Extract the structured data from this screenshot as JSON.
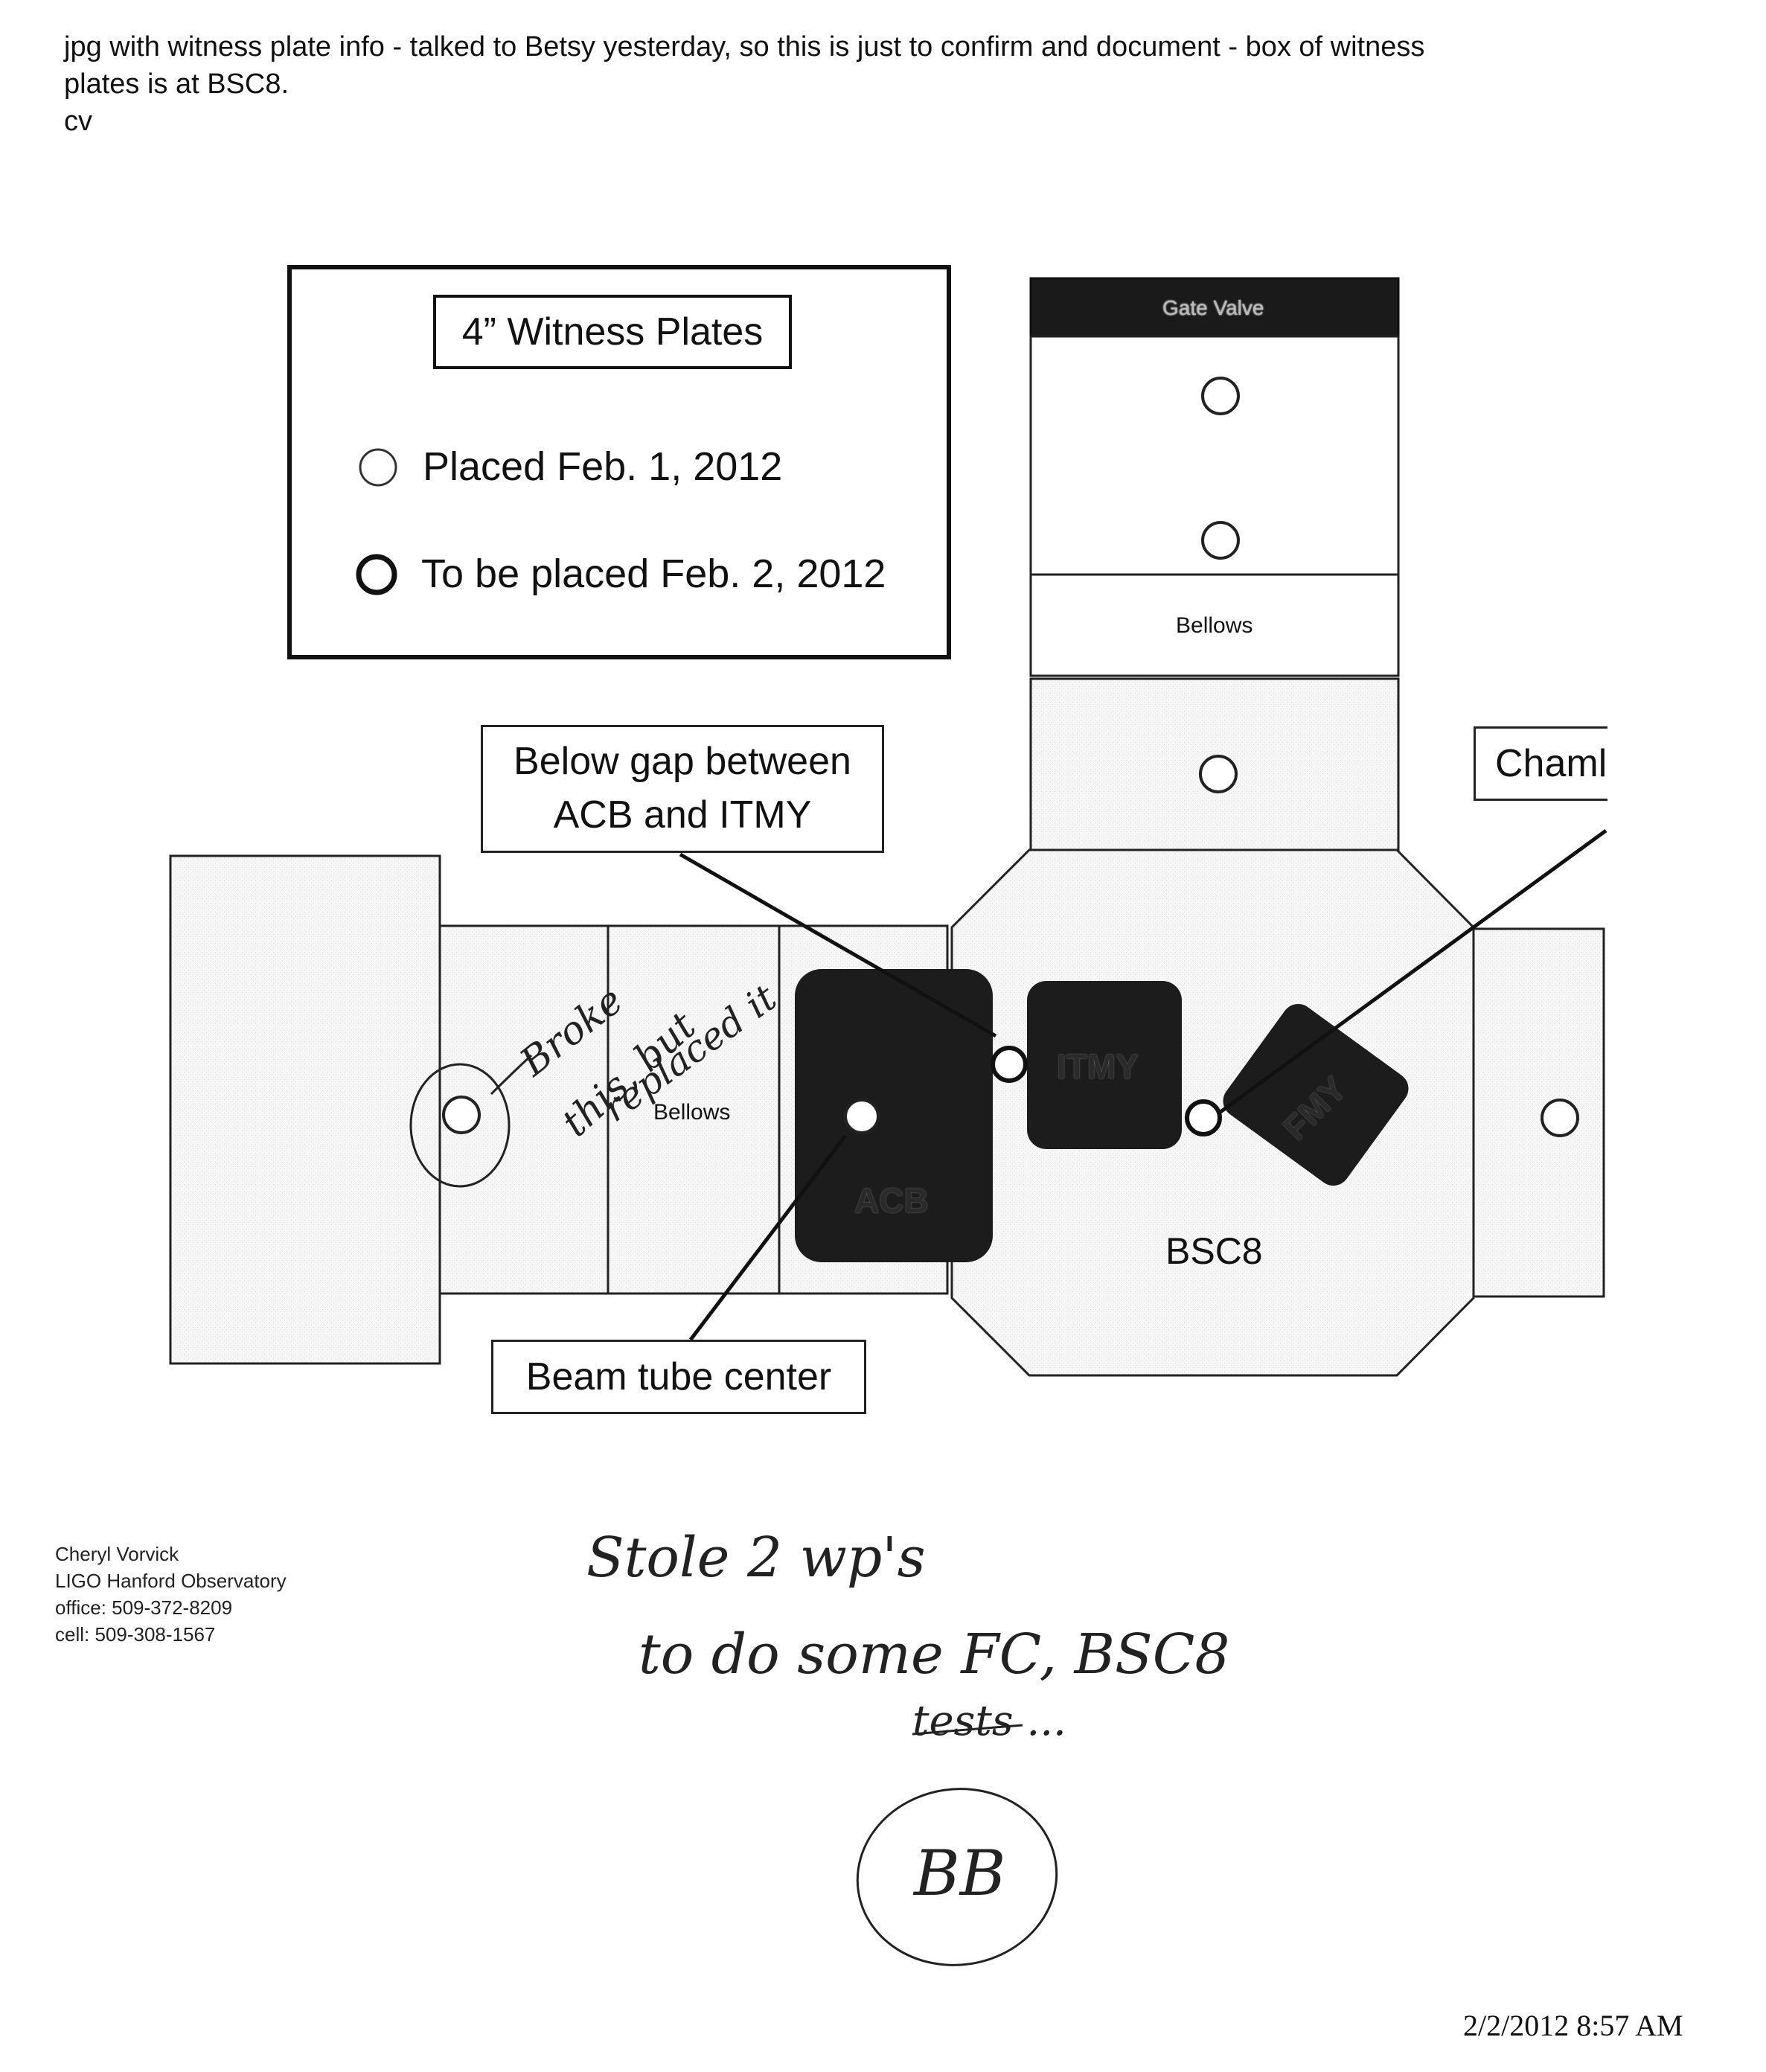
{
  "email": {
    "line1": "jpg with witness plate info - talked to Betsy yesterday, so this is just to confirm and document - box of witness",
    "line2": "plates is at BSC8.",
    "signoff": "cv"
  },
  "legend": {
    "title": "4” Witness Plates",
    "placed": "Placed Feb. 1, 2012",
    "to_be_placed": "To be placed Feb. 2, 2012"
  },
  "diagram": {
    "gate_valve": "Gate Valve",
    "bellows_top": "Bellows",
    "bellows_left": "Bellows",
    "acb": "ACB",
    "itmy": "ITMY",
    "fmy": "FMY",
    "bsc8": "BSC8"
  },
  "callouts": {
    "below_gap_line1": "Below gap between",
    "below_gap_line2": "ACB and ITMY",
    "chamber": "Chaml",
    "beam_tube": "Beam tube center"
  },
  "handwriting": {
    "annotation1": "Broke",
    "annotation2": "this, but",
    "annotation3": "replaced it",
    "note_line1": "Stole 2 wp's",
    "note_line2": "to do some FC, BSC8",
    "note_line3": "tests ...",
    "initials": "BB"
  },
  "contact": {
    "name": "Cheryl Vorvick",
    "org": "LIGO Hanford Observatory",
    "office": "office: 509-372-8209",
    "cell": "cell: 509-308-1567"
  },
  "timestamp": "2/2/2012 8:57 AM"
}
